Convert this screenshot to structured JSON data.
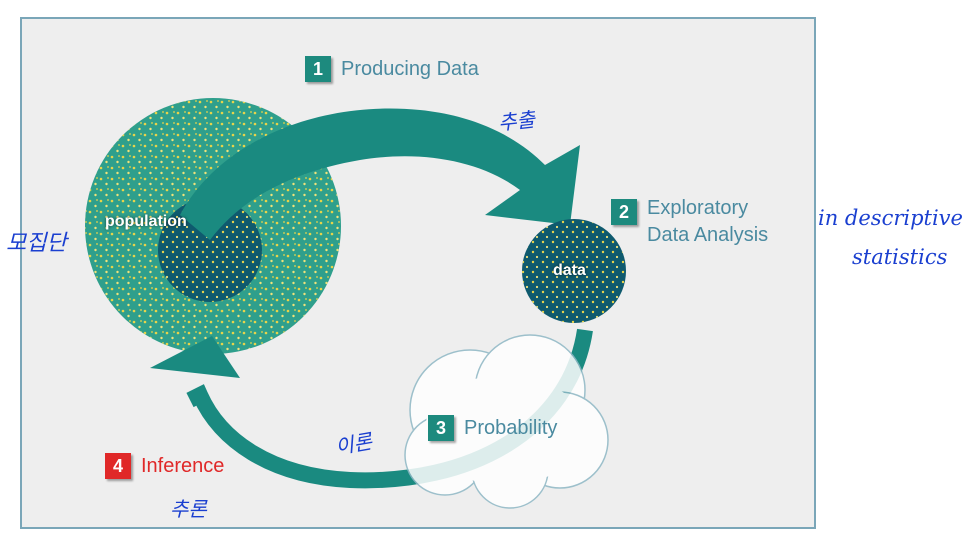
{
  "steps": [
    {
      "number": "1",
      "label": "Producing Data",
      "color": "#1d8a7e"
    },
    {
      "number": "2",
      "label_line1": "Exploratory",
      "label_line2": "Data Analysis",
      "color": "#1d8a7e"
    },
    {
      "number": "3",
      "label": "Probability",
      "color": "#1d8a7e"
    },
    {
      "number": "4",
      "label": "Inference",
      "color": "#e02828"
    }
  ],
  "circles": {
    "population": "population",
    "data": "data"
  },
  "annotations": {
    "population_note": "모집단",
    "arrow1_note": "추출",
    "step2_note_line1": "in descriptive",
    "step2_note_line2": "statistics",
    "arrow3_note": "이론",
    "inference_note": "추론"
  },
  "colors": {
    "frame_bg": "#eeeeee",
    "frame_border": "#7aa6b8",
    "teal_dark": "#0f5a6e",
    "teal_mid": "#1a8a80",
    "teal_light": "#2f9f8c",
    "dot": "#e8d44a",
    "handwriting": "#1a3fd0",
    "inference_red": "#e02828"
  }
}
